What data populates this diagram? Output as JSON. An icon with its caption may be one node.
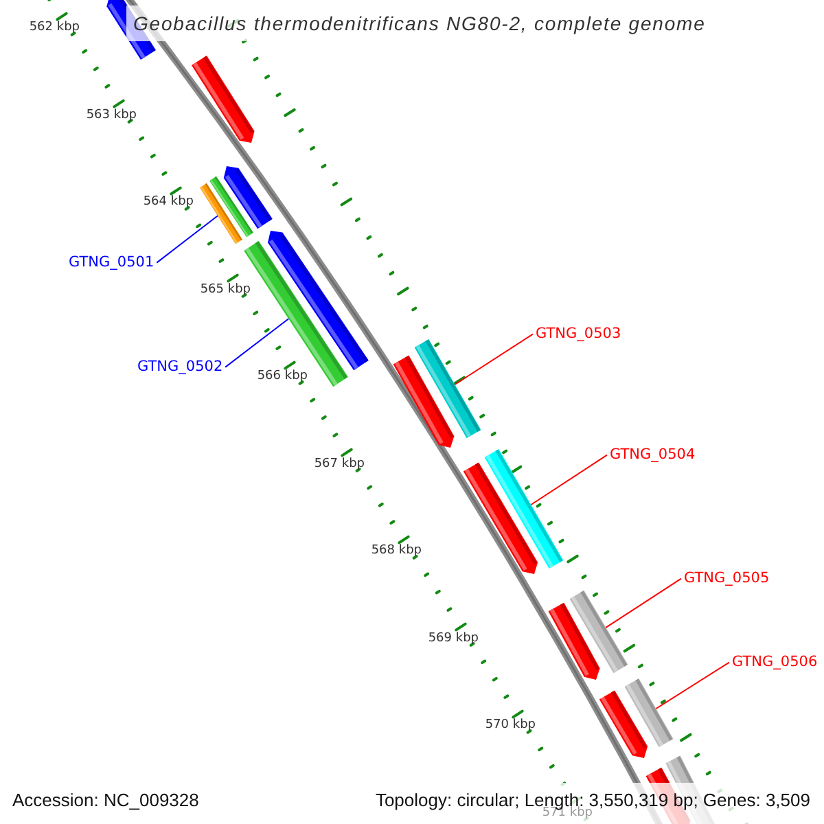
{
  "diagram": {
    "title": "Geobacillus thermodenitrificans NG80-2, complete genome",
    "nodes": [
      {
        "text": [
          "GTNG_0501"
        ]
      },
      {
        "text": [
          "GTNG_0502"
        ]
      },
      {
        "text": [
          "GTNG_0503"
        ]
      },
      {
        "text": [
          "GTNG_0504"
        ]
      },
      {
        "text": [
          "GTNG_0505"
        ]
      },
      {
        "text": [
          "GTNG_0506"
        ]
      },
      {
        "text": [],
        "shape": "bar"
      },
      {
        "text": [],
        "shape": "bar"
      },
      {
        "text": [],
        "shape": "bar"
      },
      {
        "text": [],
        "shape": "bar"
      },
      {
        "text": [],
        "shape": "bar"
      },
      {
        "text": [],
        "shape": "bar"
      },
      {
        "text": [],
        "shape": "bar"
      },
      {
        "text": [],
        "shape": "bar"
      },
      {
        "text": [],
        "shape": "bar"
      },
      {
        "text": [],
        "shape": "bar"
      },
      {
        "text": [],
        "shape": "bar"
      },
      {
        "text": [],
        "shape": "bar"
      },
      {
        "text": [],
        "shape": "bar"
      },
      {
        "text": [],
        "shape": "bar"
      },
      {
        "text": [],
        "shape": "bar"
      },
      {
        "text": [],
        "shape": "bar"
      },
      {
        "text": [],
        "shape": "bar"
      }
    ],
    "edges": [
      {
        "from": 0,
        "to": 10,
        "arrow": "none",
        "color": "#0000ff"
      },
      {
        "from": 1,
        "to": 12,
        "arrow": "none",
        "color": "#0000ff"
      },
      {
        "from": 2,
        "to": 13,
        "arrow": "none"
      },
      {
        "from": 3,
        "to": 15,
        "arrow": "none"
      },
      {
        "from": 4,
        "to": 17,
        "arrow": "none"
      },
      {
        "from": 5,
        "to": 19,
        "arrow": "none"
      }
    ],
    "labels": [
      "562 kbp",
      "563 kbp",
      "564 kbp",
      "565 kbp",
      "566 kbp",
      "567 kbp",
      "568 kbp",
      "569 kbp",
      "570 kbp",
      "571 kbp",
      "Accession: NC_009328",
      "Topology: circular; Length: 3,550,319 bp; Genes: 3,509"
    ]
  }
}
